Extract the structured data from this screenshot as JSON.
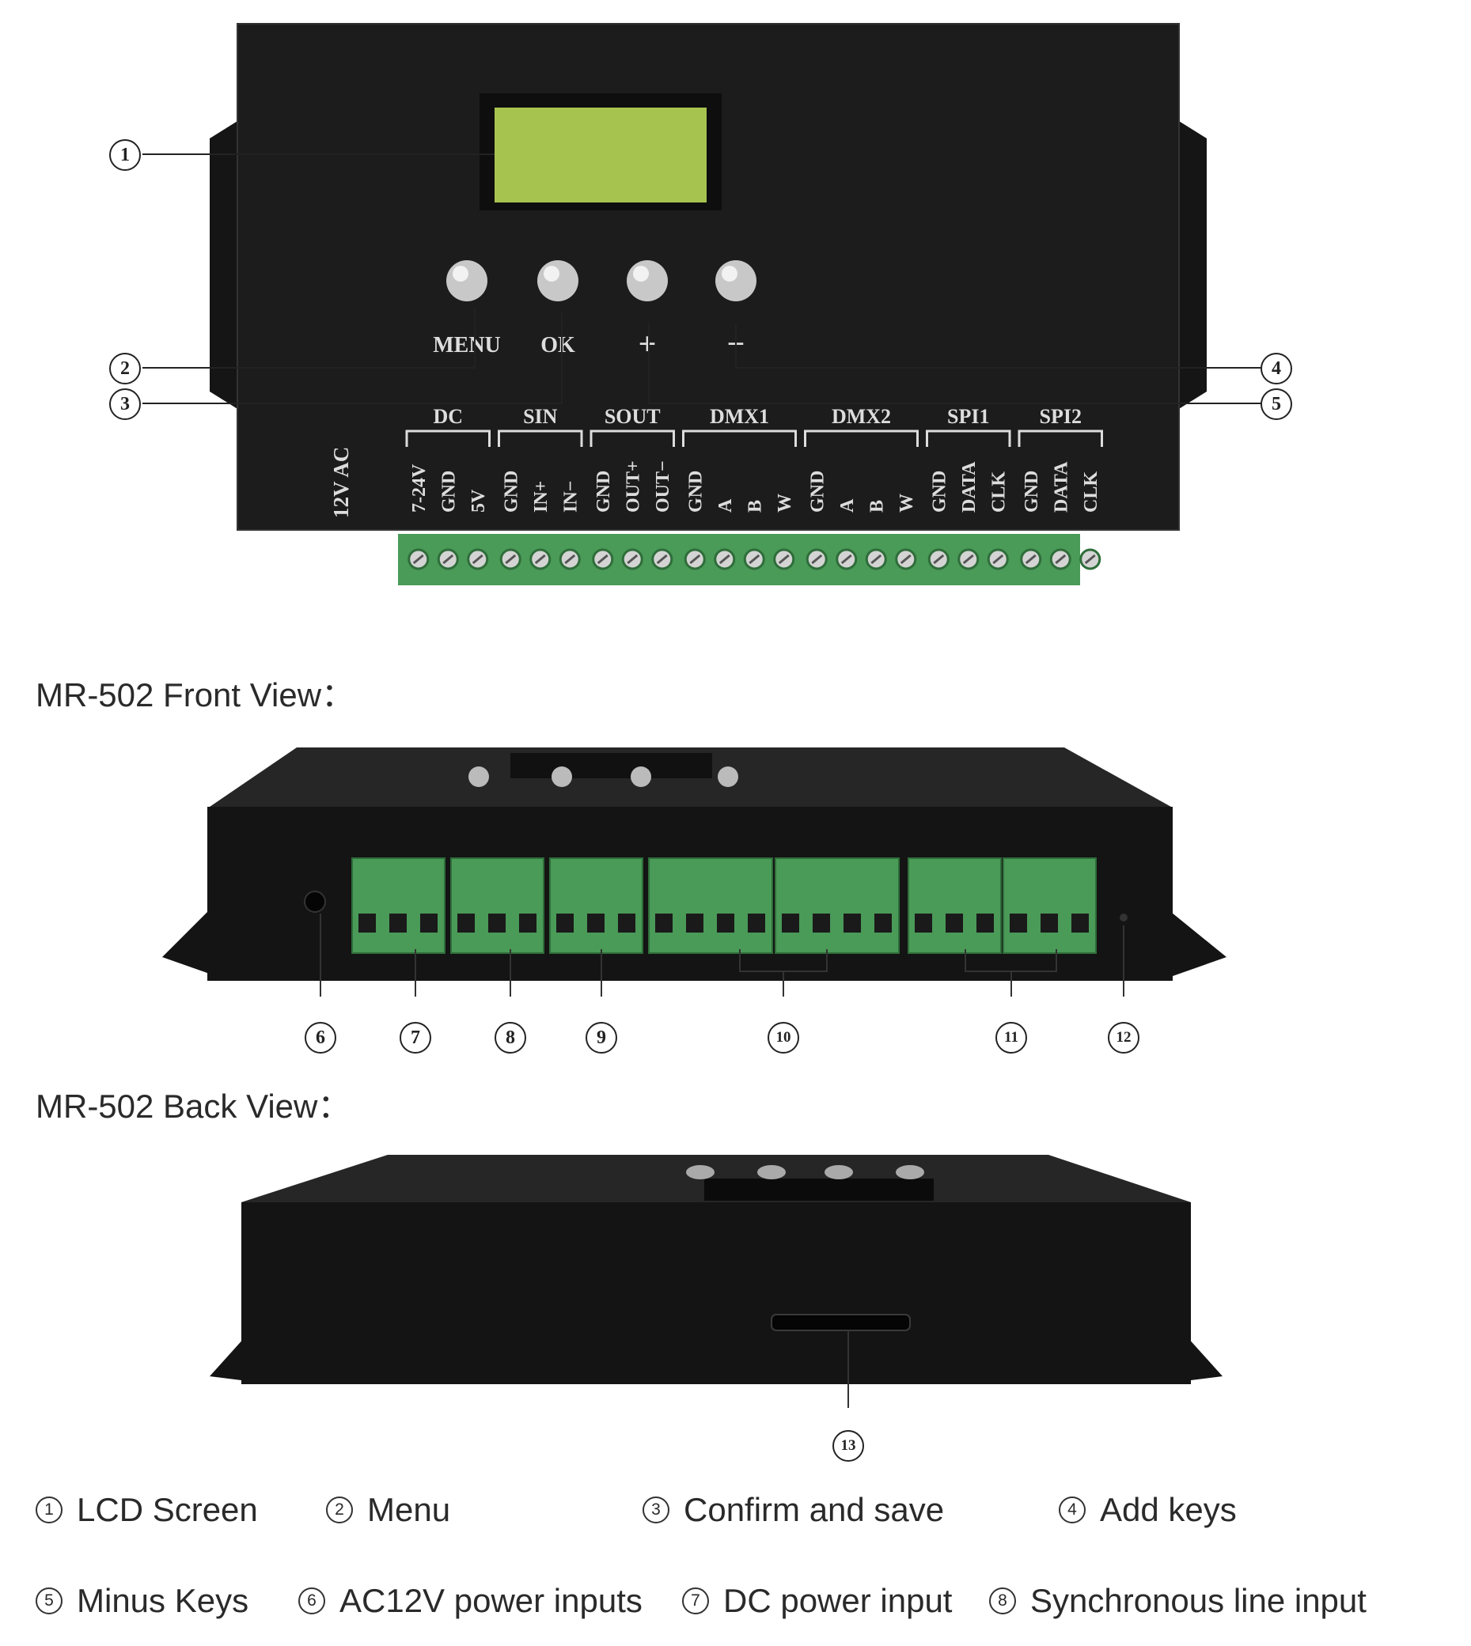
{
  "top_device": {
    "buttons": [
      "MENU",
      "OK",
      "+",
      "−"
    ],
    "power_label": "12V AC",
    "groups": [
      {
        "name": "DC",
        "pins": [
          "7-24V",
          "GND",
          "5V"
        ]
      },
      {
        "name": "SIN",
        "pins": [
          "GND",
          "IN+",
          "IN−"
        ]
      },
      {
        "name": "SOUT",
        "pins": [
          "GND",
          "OUT+",
          "OUT−"
        ]
      },
      {
        "name": "DMX1",
        "pins": [
          "GND",
          "A",
          "B",
          "W"
        ]
      },
      {
        "name": "DMX2",
        "pins": [
          "GND",
          "A",
          "B",
          "W"
        ]
      },
      {
        "name": "SPI1",
        "pins": [
          "GND",
          "DATA",
          "CLK"
        ]
      },
      {
        "name": "SPI2",
        "pins": [
          "GND",
          "DATA",
          "CLK"
        ]
      }
    ]
  },
  "callouts": {
    "c1": "1",
    "c2": "2",
    "c3": "3",
    "c4": "4",
    "c5": "5",
    "c6": "6",
    "c7": "7",
    "c8": "8",
    "c9": "9",
    "c10": "10",
    "c11": "11",
    "c12": "12",
    "c13": "13"
  },
  "headings": {
    "front": "MR-502 Front View：",
    "back": "MR-502 Back View："
  },
  "legend": [
    {
      "num": "1",
      "label": "LCD Screen"
    },
    {
      "num": "2",
      "label": "Menu"
    },
    {
      "num": "3",
      "label": "Confirm and save"
    },
    {
      "num": "4",
      "label": "Add keys"
    },
    {
      "num": "5",
      "label": "Minus Keys"
    },
    {
      "num": "6",
      "label": "AC12V power inputs"
    },
    {
      "num": "7",
      "label": "DC power input"
    },
    {
      "num": "8",
      "label": "Synchronous line input"
    }
  ],
  "colors": {
    "device_body": "#1b1b1b",
    "lcd": "#a7c34f",
    "terminal_green": "#4a9a58",
    "button_silver": "#cfcfcf"
  }
}
